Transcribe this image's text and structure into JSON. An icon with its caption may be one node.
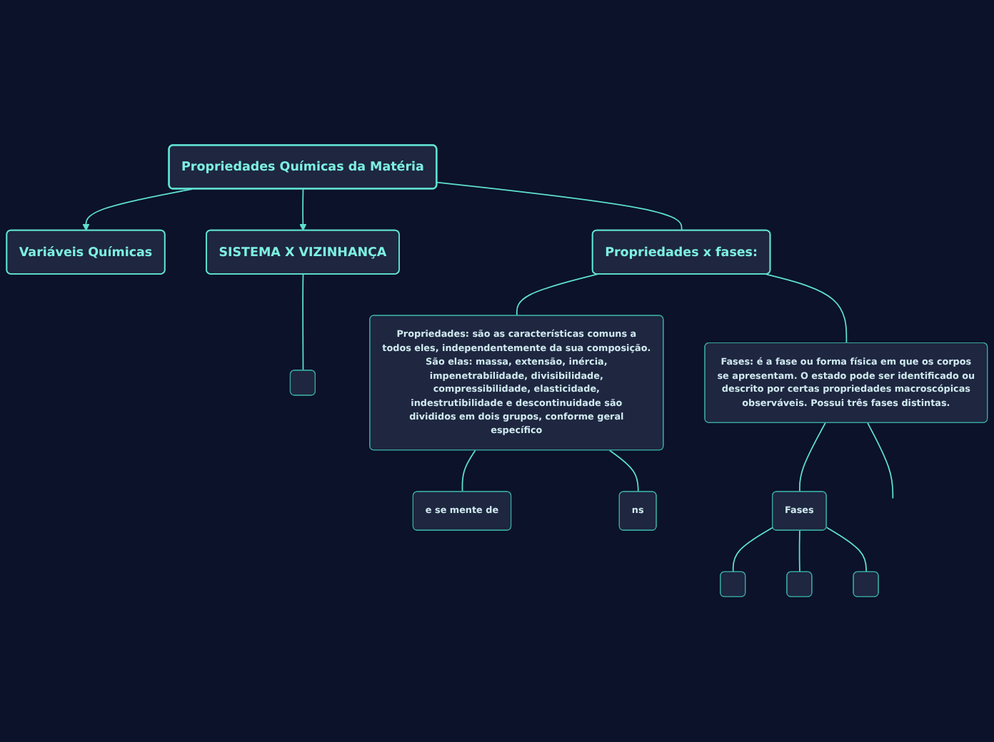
{
  "diagram": {
    "nodes": [
      {
        "text": [
          "Propriedades Químicas da Matéria"
        ]
      },
      {
        "text": [
          "Variáveis Químicas"
        ]
      },
      {
        "text": [
          "SISTEMA X VIZINHANÇA"
        ]
      },
      {
        "text": [],
        "shape": "box"
      },
      {
        "text": [
          "Propriedades x fases:"
        ]
      },
      {
        "text": [
          "Propriedades: são as características comuns a todos eles, independentemente da sua composição. São elas: massa, extensão, inércia, impenetrabilidade, divisibilidade, compressibilidade, elasticidade, indestrutibilidade e descontinuidade são divididos em dois grupos, conforme geral específico"
        ]
      },
      {
        "text": [
          "e se mente de"
        ]
      },
      {
        "text": [
          "ns"
        ]
      },
      {
        "text": [
          "Fases: é a fase ou forma física em que os corpos se apresentam. O estado pode ser identificado ou descrito por certas propriedades macroscópicas observáveis. Possui três fases distintas."
        ]
      },
      {
        "text": [
          "Fases"
        ]
      },
      {
        "text": [],
        "shape": "box"
      },
      {
        "text": [],
        "shape": "box"
      },
      {
        "text": [],
        "shape": "box"
      }
    ],
    "edges": [
      {
        "from": 0,
        "to": 1,
        "arrow": "to"
      },
      {
        "from": 0,
        "to": 2,
        "arrow": "to"
      },
      {
        "from": 2,
        "to": 3,
        "arrow": "none"
      },
      {
        "from": 0,
        "to": 4,
        "arrow": "none"
      },
      {
        "from": 4,
        "to": 5,
        "arrow": "none"
      },
      {
        "from": 5,
        "to": 6,
        "arrow": "none"
      },
      {
        "from": 5,
        "to": 7,
        "arrow": "none"
      },
      {
        "from": 4,
        "to": 8,
        "arrow": "none"
      },
      {
        "from": 8,
        "to": 9,
        "arrow": "none"
      },
      {
        "from": 9,
        "to": 10,
        "arrow": "none"
      },
      {
        "from": 9,
        "to": 11,
        "arrow": "none"
      },
      {
        "from": 9,
        "to": 12,
        "arrow": "none"
      },
      {
        "from": 8,
        "to": null,
        "arrow": "none"
      }
    ]
  }
}
